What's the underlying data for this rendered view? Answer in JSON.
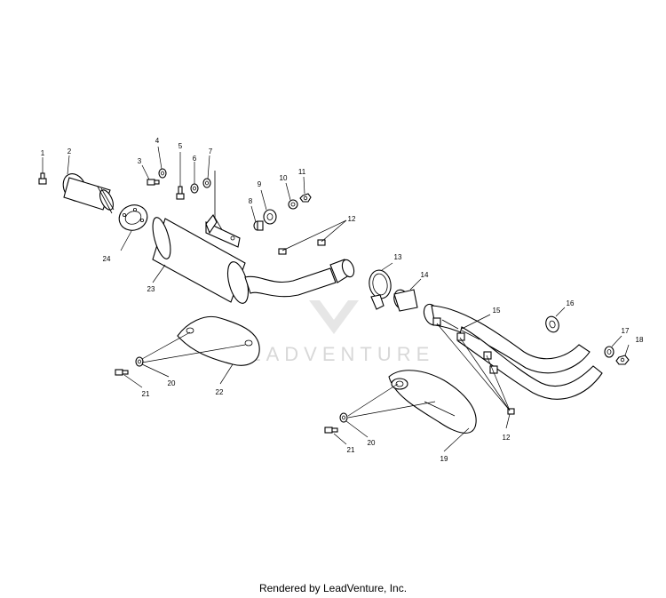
{
  "watermark": {
    "text": "LEADVENTURE"
  },
  "footer": {
    "text": "Rendered by LeadVenture, Inc."
  },
  "callouts": {
    "c1": "1",
    "c2": "2",
    "c3": "3",
    "c4": "4",
    "c5": "5",
    "c6": "6",
    "c7": "7",
    "c8": "8",
    "c9": "9",
    "c10": "10",
    "c11": "11",
    "c12a": "12",
    "c12b": "12",
    "c13": "13",
    "c14": "14",
    "c15": "15",
    "c16": "16",
    "c17": "17",
    "c18": "18",
    "c19": "19",
    "c20a": "20",
    "c20b": "20",
    "c21a": "21",
    "c21b": "21",
    "c22": "22",
    "c23": "23",
    "c24": "24"
  }
}
